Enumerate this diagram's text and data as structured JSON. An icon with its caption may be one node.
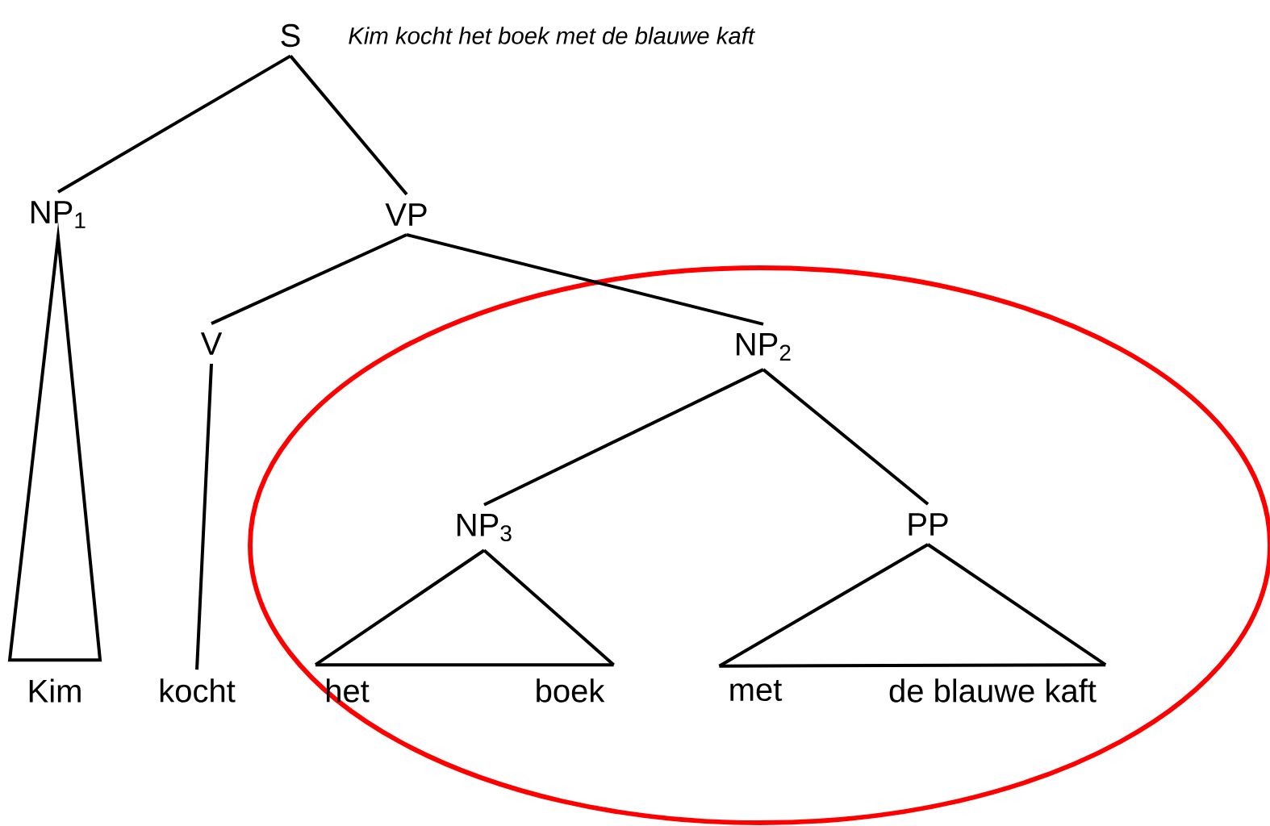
{
  "diagram": {
    "nodes": [
      {
        "text": [
          "S"
        ],
        "beside": [
          "*Kim kocht het boek met de blauwe kaft*"
        ]
      },
      {
        "text": [
          "NP$_{1}$"
        ]
      },
      {
        "text": [
          "VP"
        ]
      },
      {
        "text": [
          "V"
        ]
      },
      {
        "text": [
          "NP$_{2}$"
        ]
      },
      {
        "text": [
          "NP$_{3}$"
        ]
      },
      {
        "text": [
          "PP"
        ]
      },
      {
        "text": [
          "Kim"
        ]
      },
      {
        "text": [
          "kocht"
        ]
      },
      {
        "text": [
          "het"
        ]
      },
      {
        "text": [
          "boek"
        ]
      },
      {
        "text": [
          "met"
        ]
      },
      {
        "text": [
          "de blauwe kaft"
        ]
      }
    ],
    "edges": [
      {
        "from": 0,
        "to": 1,
        "arrow": "none"
      },
      {
        "from": 0,
        "to": 2,
        "arrow": "none"
      },
      {
        "from": 1,
        "to": 7,
        "arrow": "none"
      },
      {
        "from": 2,
        "to": 3,
        "arrow": "none"
      },
      {
        "from": 2,
        "to": 4,
        "arrow": "none"
      },
      {
        "from": 3,
        "to": 8,
        "arrow": "none"
      },
      {
        "from": 4,
        "to": 5,
        "arrow": "none"
      },
      {
        "from": 4,
        "to": 6,
        "arrow": "none"
      },
      {
        "from": 5,
        "to": 9,
        "arrow": "none"
      },
      {
        "from": 5,
        "to": 10,
        "arrow": "none"
      },
      {
        "from": 6,
        "to": 11,
        "arrow": "none"
      },
      {
        "from": 6,
        "to": 12,
        "arrow": "none"
      }
    ]
  }
}
